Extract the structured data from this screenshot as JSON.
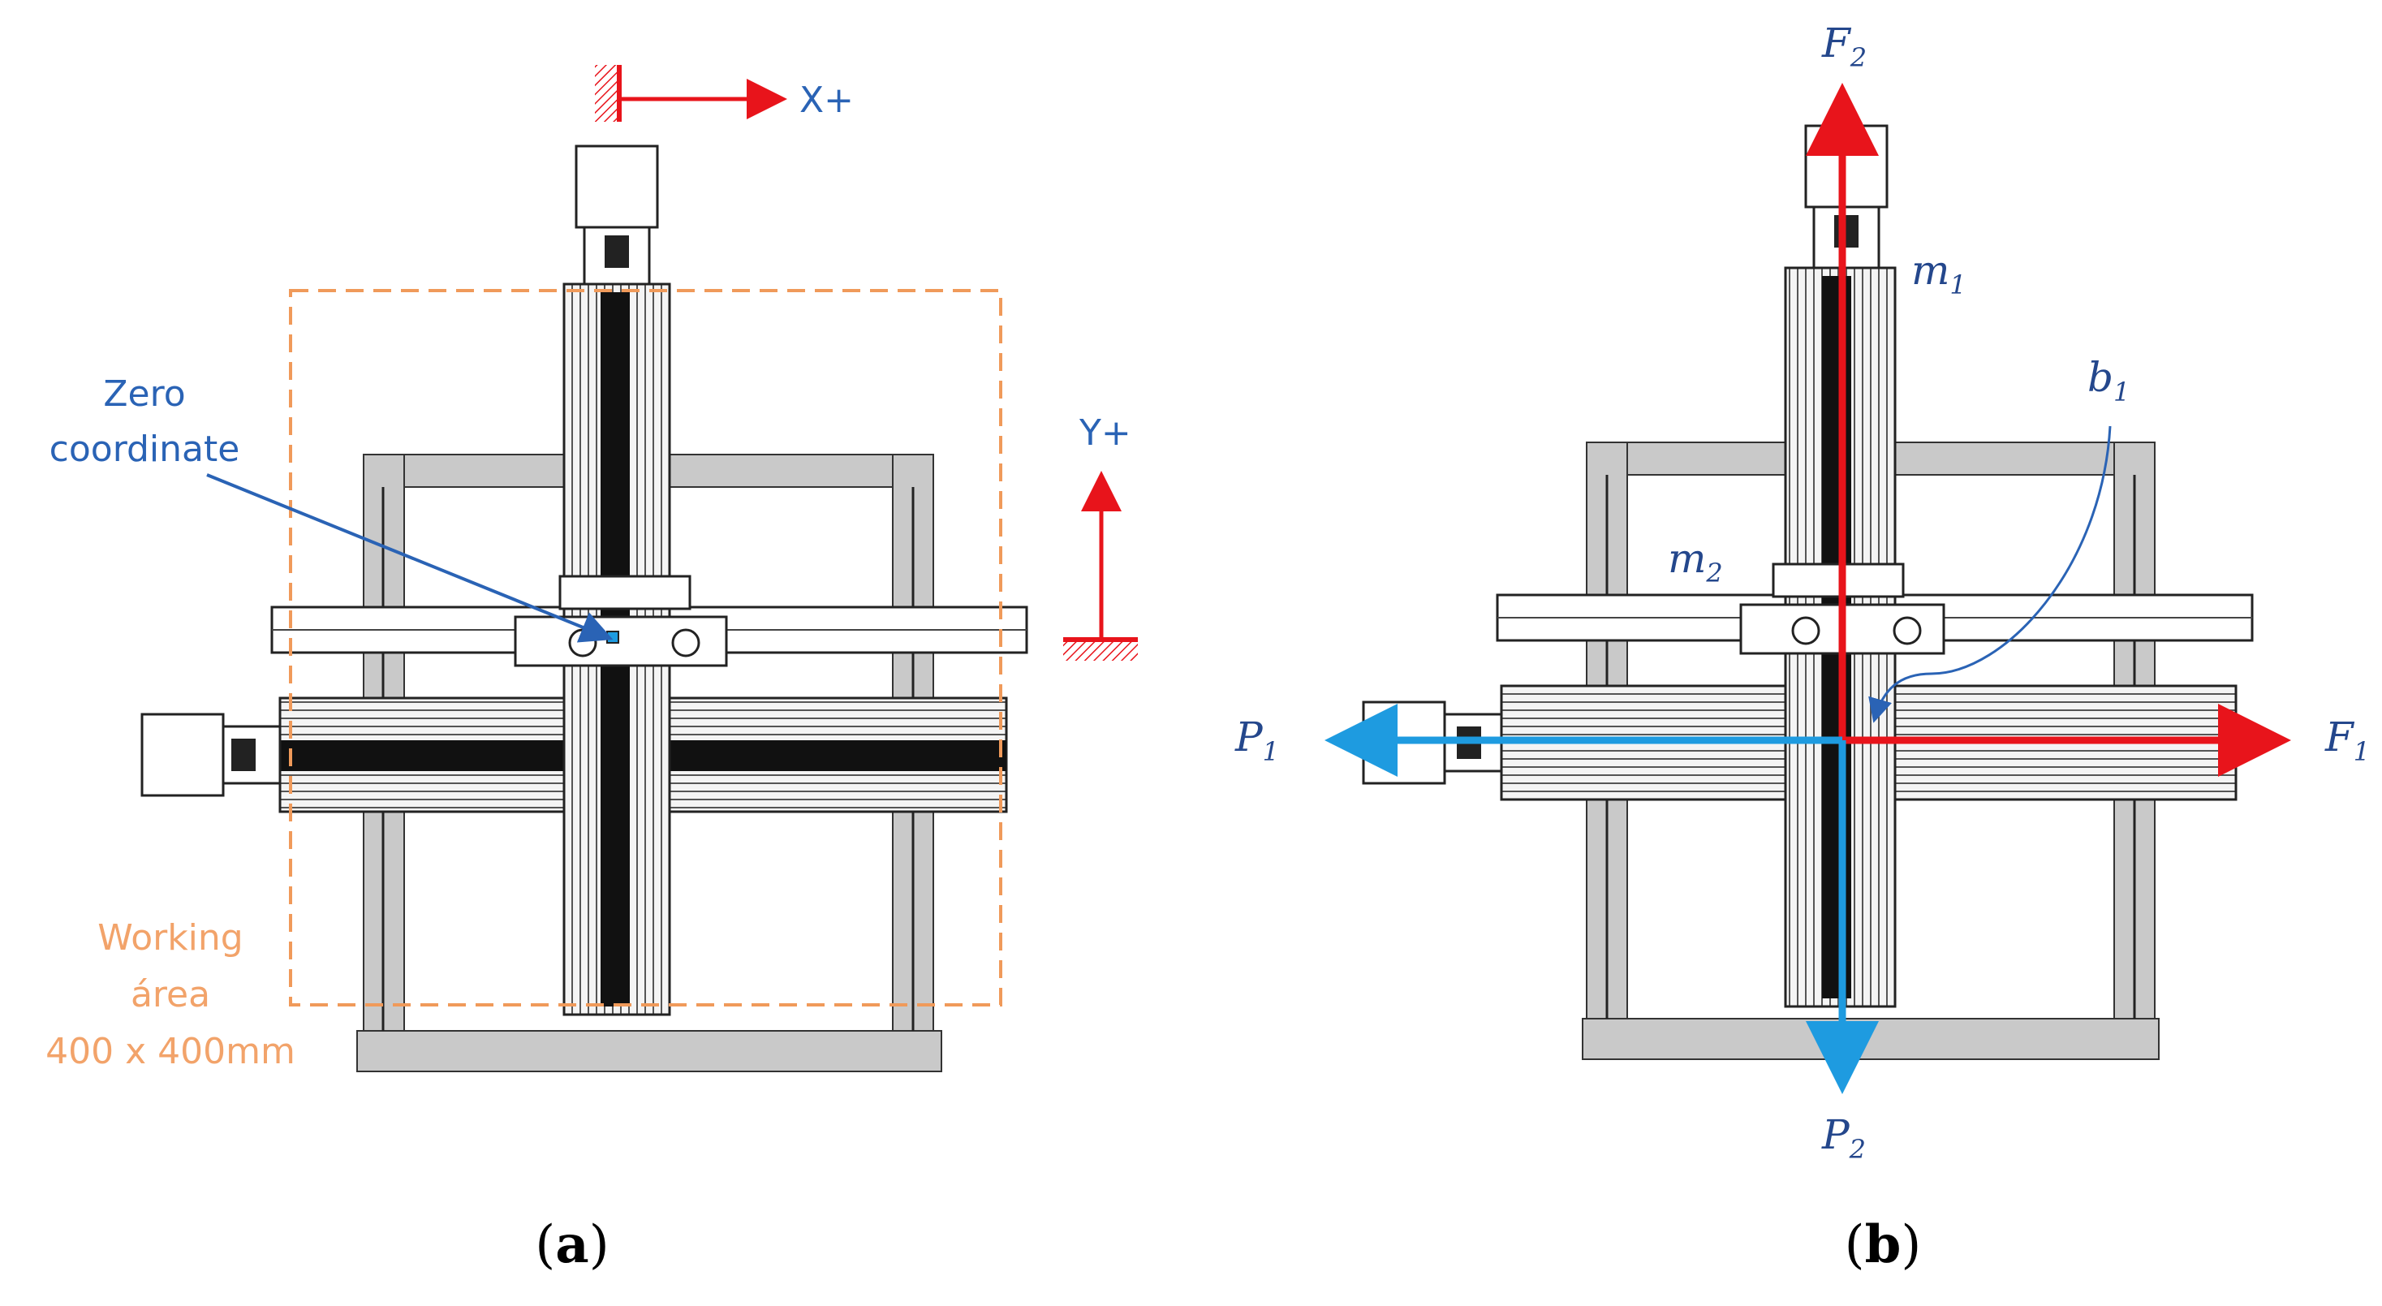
{
  "panel_a": {
    "axis_x_label": "X+",
    "axis_y_label": "Y+",
    "zero_label_line1": "Zero",
    "zero_label_line2": "coordinate",
    "work_line1": "Working",
    "work_line2": "área",
    "work_line3": "400 x  400mm",
    "caption_open": "(",
    "caption_letter": "a",
    "caption_close": ")"
  },
  "panel_b": {
    "f2": "F",
    "f2_sub": "2",
    "f1": "F",
    "f1_sub": "1",
    "p1": "P",
    "p1_sub": "1",
    "p2": "P",
    "p2_sub": "2",
    "m1": "m",
    "m1_sub": "1",
    "m2": "m",
    "m2_sub": "2",
    "b1": "b",
    "b1_sub": "1",
    "caption_open": "(",
    "caption_letter": "b",
    "caption_close": ")"
  },
  "colors": {
    "force_red": "#e8141b",
    "reaction_blue": "#1e9be0",
    "label_blue": "#2a63b5",
    "work_area_orange": "#f09a5a"
  }
}
